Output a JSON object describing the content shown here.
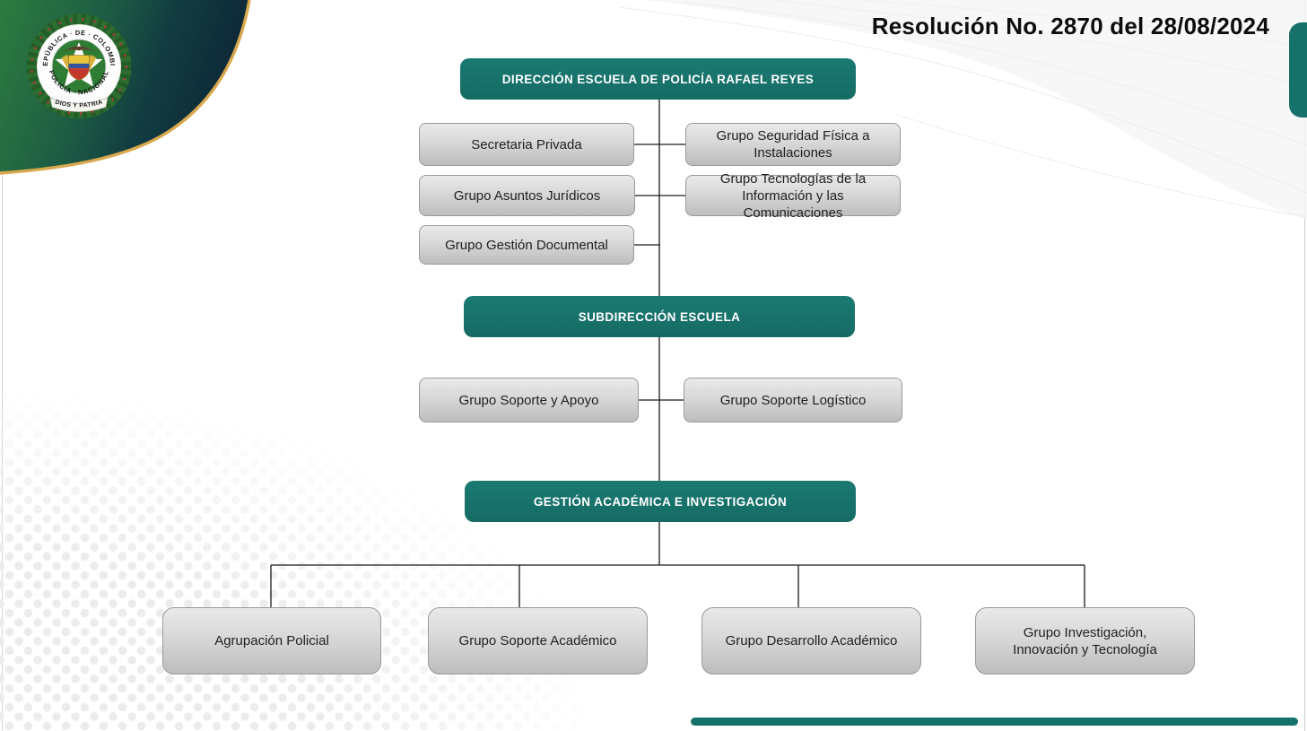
{
  "title": {
    "text": "Resolución No. 2870 del 28/08/2024"
  },
  "logo": {
    "name": "Escudo Policía Nacional de Colombia",
    "ring_top": "REPÚBLICA ∙ DE ∙ COLOMBIA",
    "ring_bottom": "POLICÍA ∙ NACIONAL",
    "banner": "DIOS Y PATRIA"
  },
  "chart": {
    "type": "org-chart",
    "root": {
      "label": "DIRECCIÓN ESCUELA DE POLICÍA RAFAEL REYES"
    },
    "root_left": [
      {
        "label": "Secretaria Privada"
      },
      {
        "label": "Grupo Asuntos Jurídicos"
      },
      {
        "label": "Grupo Gestión Documental"
      }
    ],
    "root_right": [
      {
        "label": "Grupo Seguridad Física a Instalaciones"
      },
      {
        "label": "Grupo Tecnologías de la Información y las Comunicaciones"
      }
    ],
    "sub": {
      "label": "SUBDIRECCIÓN ESCUELA"
    },
    "sub_left": [
      {
        "label": "Grupo Soporte y Apoyo"
      }
    ],
    "sub_right": [
      {
        "label": "Grupo Soporte Logístico"
      }
    ],
    "gestion": {
      "label": "GESTIÓN ACADÉMICA E INVESTIGACIÓN"
    },
    "gestion_children": [
      {
        "label": "Agrupación Policial"
      },
      {
        "label": "Grupo Soporte Académico"
      },
      {
        "label": "Grupo Desarrollo Académico"
      },
      {
        "label": "Grupo Investigación, Innovación y Tecnología"
      }
    ]
  },
  "colors": {
    "teal": "#16716a",
    "corner_green": "#2c7a3f",
    "corner_dark": "#0d2b38",
    "gold": "#d8a94e",
    "box_gray_top": "#e9e9e9",
    "box_gray_bottom": "#bdbdbd",
    "box_border": "#9a9a9a",
    "connector": "#1a1a1a"
  }
}
